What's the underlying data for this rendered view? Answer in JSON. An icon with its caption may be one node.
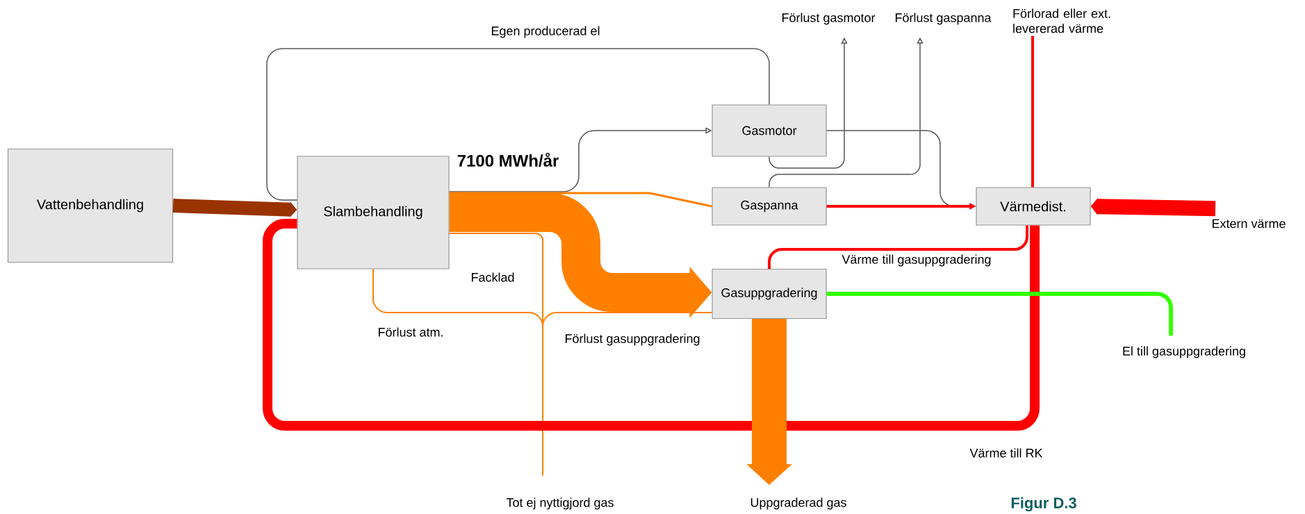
{
  "diagram": {
    "nodes": [
      {
        "text": [
          "Vattenbehandling"
        ]
      },
      {
        "text": [
          "Slambehandling"
        ]
      },
      {
        "text": [
          "Gasmotor"
        ]
      },
      {
        "text": [
          "Gaspanna"
        ]
      },
      {
        "text": [
          "Värmedist."
        ]
      },
      {
        "text": [
          "Gasuppgradering"
        ]
      },
      {
        "text": [
          "Förlust gasmotor"
        ]
      },
      {
        "text": [
          "Förlust gaspanna"
        ]
      },
      {
        "text": [
          "Förlorad eller ext. levererad värme"
        ]
      },
      {
        "text": [
          "Extern värme"
        ]
      },
      {
        "text": [
          "El till gasuppgradering"
        ]
      },
      {
        "text": [
          "Uppgraderad gas"
        ]
      },
      {
        "text": [
          "Tot ej nyttigjord gas"
        ]
      }
    ],
    "edges": [
      {
        "from": 0,
        "to": 1,
        "arrow": "to",
        "style": "thick",
        "color": "#993300"
      },
      {
        "from": 2,
        "to": 1,
        "arrow": "none",
        "label": "Egen producerad el",
        "color": "#555555"
      },
      {
        "from": 1,
        "to": 2,
        "arrow": "to",
        "color": "#555555"
      },
      {
        "from": 1,
        "to": 3,
        "arrow": "none",
        "color": "#ff8000"
      },
      {
        "from": 1,
        "to": 5,
        "arrow": "to",
        "style": "thick",
        "color": "#ff8000"
      },
      {
        "from": 1,
        "to": 12,
        "arrow": "none",
        "label": "Facklad",
        "color": "#ff8000"
      },
      {
        "from": 1,
        "to": 12,
        "arrow": "none",
        "label": "Förlust atm.",
        "color": "#ff8000"
      },
      {
        "from": 5,
        "to": 12,
        "arrow": "none",
        "label": "Förlust gasuppgradering",
        "color": "#ff8000"
      },
      {
        "from": 2,
        "to": 6,
        "arrow": "to",
        "color": "#555555"
      },
      {
        "from": 3,
        "to": 7,
        "arrow": "to",
        "color": "#555555"
      },
      {
        "from": 2,
        "to": 4,
        "arrow": "to",
        "color": "#555555"
      },
      {
        "from": 3,
        "to": 4,
        "arrow": "to",
        "color": "#ff0000"
      },
      {
        "from": 4,
        "to": 8,
        "arrow": "none",
        "color": "#ff0000"
      },
      {
        "from": 9,
        "to": 4,
        "arrow": "to",
        "style": "thick",
        "color": "#ff0000"
      },
      {
        "from": 4,
        "to": 5,
        "arrow": "none",
        "label": "Värme till gasuppgradering",
        "color": "#ff0000"
      },
      {
        "from": 4,
        "to": 1,
        "arrow": "none",
        "label": "Värme till RK",
        "style": "thick",
        "color": "#ff0000"
      },
      {
        "from": 10,
        "to": 5,
        "arrow": "none",
        "style": "thick",
        "color": "#33ff00"
      },
      {
        "from": 5,
        "to": 11,
        "arrow": "to",
        "style": "thick",
        "color": "#ff8000"
      }
    ],
    "labels": [
      "7100 MWh/år",
      "Figur D.3"
    ]
  }
}
